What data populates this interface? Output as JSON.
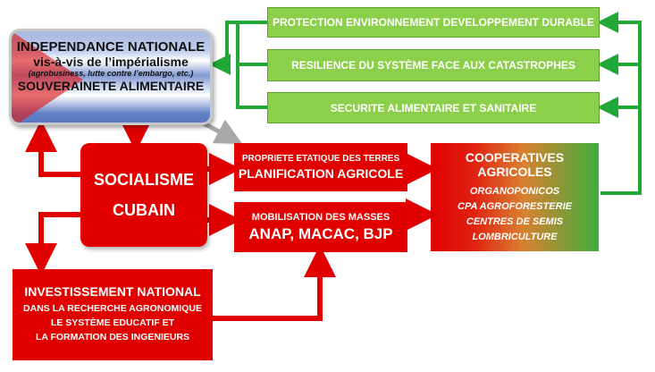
{
  "independance": {
    "line1": "INDEPENDANCE NATIONALE",
    "line2": "vis-à-vis de l’impérialisme",
    "line3": "(agrobusiness, lutte contre l’embargo, etc.)",
    "line4": "SOUVERAINETE ALIMENTAIRE"
  },
  "socialisme": {
    "line1": "SOCIALISME",
    "line2": "CUBAIN"
  },
  "propriete": {
    "line1": "PROPRIETE ETATIQUE DES TERRES",
    "line2": "PLANIFICATION AGRICOLE"
  },
  "mobilisation": {
    "line1": "MOBILISATION DES MASSES",
    "line2": "ANAP, MACAC, BJP"
  },
  "cooperatives": {
    "title": "COOPERATIVES AGRICOLES",
    "items": [
      "ORGANOPONICOS",
      "CPA AGROFORESTERIE",
      "CENTRES DE SEMIS",
      "LOMBRICULTURE"
    ]
  },
  "investissement": {
    "title": "INVESTISSEMENT NATIONAL",
    "lines": [
      "DANS LA RECHERCHE AGRONOMIQUE",
      "LE SYSTÈME EDUCATIF ET",
      "LA FORMATION DES INGENIEURS"
    ]
  },
  "green_boxes": [
    "PROTECTION ENVIRONNEMENT DEVELOPPEMENT DURABLE",
    "RESILIENCE DU SYSTÈME FACE AUX CATASTROPHES",
    "SECURITE ALIMENTAIRE ET SANITAIRE"
  ],
  "colors": {
    "red": "#e00000",
    "green": "#8ccf4a",
    "green_dark": "#22a836",
    "gray": "#a8a8a8"
  }
}
